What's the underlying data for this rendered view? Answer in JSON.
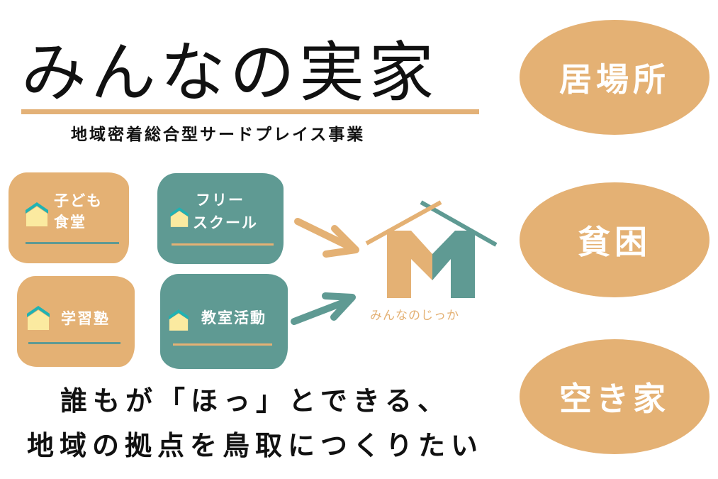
{
  "header": {
    "title": "みんなの実家",
    "subtitle": "地域密着総合型サードプレイス事業"
  },
  "cards": [
    {
      "label_line1": "子ども",
      "label_line2": "食堂",
      "color": "orange"
    },
    {
      "label_line1": "フリー",
      "label_line2": "スクール",
      "color": "teal"
    },
    {
      "label_line1": "学習塾",
      "color": "orange"
    },
    {
      "label_line1": "教室活動",
      "color": "teal"
    }
  ],
  "logo": {
    "letter": "M",
    "caption": "みんなのじっか"
  },
  "bubbles": [
    {
      "label": "居場所"
    },
    {
      "label": "貧困"
    },
    {
      "label": "空き家"
    }
  ],
  "tagline": {
    "line1": "誰もが「ほっ」とできる、",
    "line2": "地域の拠点を鳥取につくりたい"
  },
  "colors": {
    "orange": "#e4b174",
    "teal": "#5f9a93",
    "house_roof": "#1fb3b3",
    "house_body": "#fbeaa0",
    "text": "#111111"
  }
}
